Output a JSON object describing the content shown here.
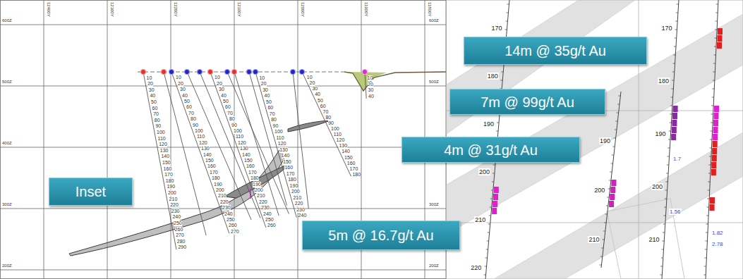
{
  "diagram": {
    "nodes": [
      {
        "text": [
          "14m @ 35g/t Au"
        ]
      },
      {
        "text": [
          "7m @ 99g/t Au"
        ]
      },
      {
        "text": [
          "4m @ 31g/t Au"
        ]
      },
      {
        "text": [
          "Inset"
        ]
      },
      {
        "text": [
          "5m @ 16.7g/t Au"
        ]
      }
    ],
    "labels": [
      "12400Y",
      "12300Y",
      "12200Y",
      "12100Y",
      "12000Y",
      "11900Y",
      "11800Y",
      "600Z",
      "500Z",
      "400Z",
      "300Z",
      "200Z",
      "600Z",
      "500Z",
      "400Z",
      "300Z",
      "200Z",
      "10",
      "20",
      "30",
      "40",
      "50",
      "60",
      "70",
      "80",
      "90",
      "100",
      "110",
      "120",
      "130",
      "140",
      "150",
      "160",
      "170",
      "180",
      "190",
      "200",
      "210",
      "220",
      "230",
      "240",
      "250",
      "260",
      "270",
      "280",
      "290",
      "10",
      "20",
      "30",
      "40",
      "50",
      "60",
      "70",
      "80",
      "90",
      "100",
      "110",
      "120",
      "130",
      "140",
      "150",
      "160",
      "170",
      "180",
      "190",
      "200",
      "210",
      "220",
      "230",
      "240",
      "250",
      "260",
      "270",
      "10",
      "20",
      "30",
      "40",
      "50",
      "60",
      "70",
      "80",
      "90",
      "100",
      "110",
      "120",
      "130",
      "140",
      "150",
      "160",
      "170",
      "180",
      "190",
      "200",
      "210",
      "220",
      "230",
      "240",
      "250",
      "260",
      "10",
      "20",
      "30",
      "40",
      "50",
      "60",
      "70",
      "80",
      "90",
      "100",
      "110",
      "120",
      "130",
      "140",
      "150",
      "160",
      "170",
      "180",
      "190",
      "200",
      "210",
      "220",
      "230",
      "240",
      "10",
      "20",
      "30",
      "40",
      "50",
      "60",
      "70",
      "80",
      "90",
      "100",
      "110",
      "120",
      "130",
      "140",
      "150",
      "160",
      "170",
      "180",
      "10",
      "20",
      "30",
      "40",
      "170",
      "180",
      "190",
      "200",
      "210",
      "220",
      "190",
      "200",
      "210",
      "170",
      "180",
      "190",
      "200",
      "210",
      "1.56",
      "1.82",
      "2.78",
      "1.7"
    ]
  }
}
